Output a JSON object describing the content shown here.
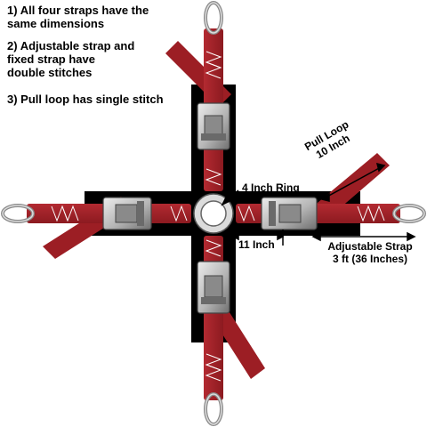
{
  "notes": [
    "1) All four straps have the\nsame dimensions",
    "2) Adjustable strap and\nfixed strap have\ndouble stitches",
    "3) Pull loop has single stitch"
  ],
  "labels": {
    "ring": "4 Inch Ring",
    "pull_loop": "Pull Loop\n10 Inch",
    "eleven_inch": "11 Inch",
    "adjustable_strap": "Adjustable Strap\n3 ft (36 Inches)"
  },
  "colors": {
    "strap": "#a32128",
    "strap_dark": "#7e141a",
    "stitch": "#ffffff",
    "metal": "#b9b9b9",
    "metal_dark": "#555555",
    "backing": "#000000"
  }
}
